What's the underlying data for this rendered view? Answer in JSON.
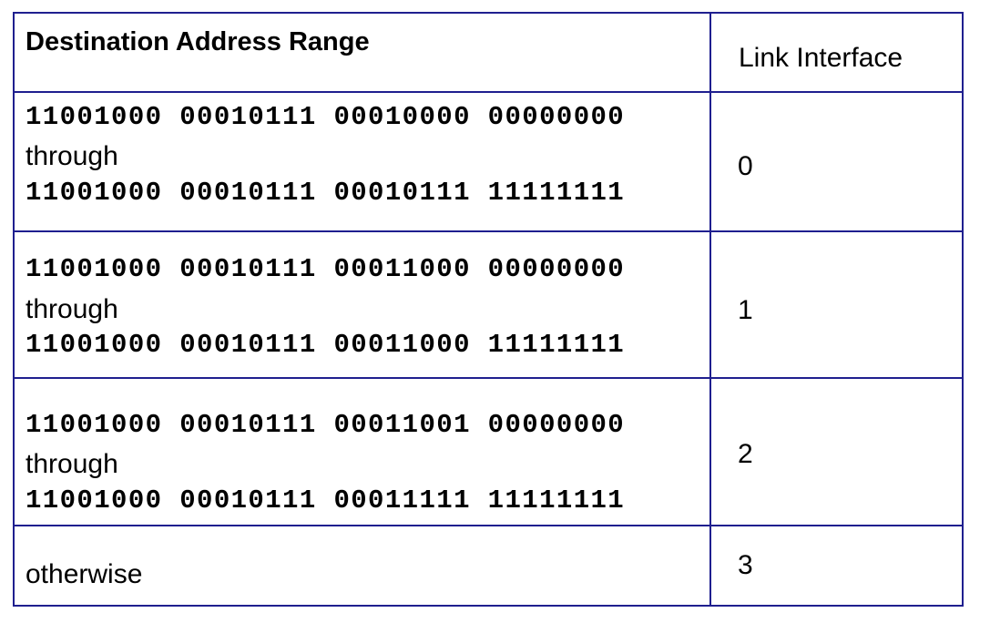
{
  "colors": {
    "border": "#1f1f8f",
    "text": "#000000",
    "background": "#ffffff"
  },
  "header": {
    "range_label": "Destination Address Range",
    "interface_label": "Link Interface"
  },
  "rows": [
    {
      "from": "11001000 00010111 00010000 00000000",
      "through": "through",
      "to": "11001000 00010111 00010111 11111111",
      "interface": "0"
    },
    {
      "from": "11001000 00010111 00011000 00000000",
      "through": "through",
      "to": "11001000 00010111 00011000 11111111",
      "interface": "1"
    },
    {
      "from": "11001000 00010111 00011001 00000000",
      "through": "through",
      "to": "11001000 00010111 00011111 11111111",
      "interface": "2"
    }
  ],
  "otherwise_row": {
    "label": "otherwise",
    "interface": "3"
  }
}
